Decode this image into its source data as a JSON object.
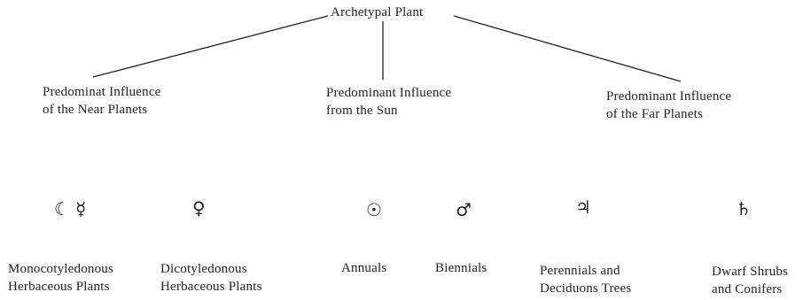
{
  "root": {
    "label": "Archetypal Plant"
  },
  "influences": [
    {
      "line1": "Predominat Influence",
      "line2": "of the Near Planets"
    },
    {
      "line1": "Predominant Influence",
      "line2": "from the Sun"
    },
    {
      "line1": "Predominant Influence",
      "line2": "of the Far Planets"
    }
  ],
  "symbols": [
    {
      "glyphs": [
        "☾",
        "☿"
      ],
      "icon": "moon-and-mercury-icon"
    },
    {
      "glyphs": [
        "♀"
      ],
      "icon": "venus-icon"
    },
    {
      "glyphs": [
        "☉"
      ],
      "icon": "sun-icon"
    },
    {
      "glyphs": [
        "♂"
      ],
      "icon": "mars-icon"
    },
    {
      "glyphs": [
        "♃"
      ],
      "icon": "jupiter-icon"
    },
    {
      "glyphs": [
        "♄"
      ],
      "icon": "saturn-icon"
    }
  ],
  "categories": [
    {
      "line1": "Monocotyledonous",
      "line2": "Herbaceous Plants"
    },
    {
      "line1": "Dicotyledonous",
      "line2": "Herbaceous Plants"
    },
    {
      "line1": "Annuals",
      "line2": ""
    },
    {
      "line1": "Biennials",
      "line2": ""
    },
    {
      "line1": "Perennials and",
      "line2": "Deciduons Trees"
    },
    {
      "line1": "Dwarf Shrubs",
      "line2": "and Conifers"
    }
  ],
  "colors": {
    "ink": "#222222",
    "background": "#ffffff"
  }
}
